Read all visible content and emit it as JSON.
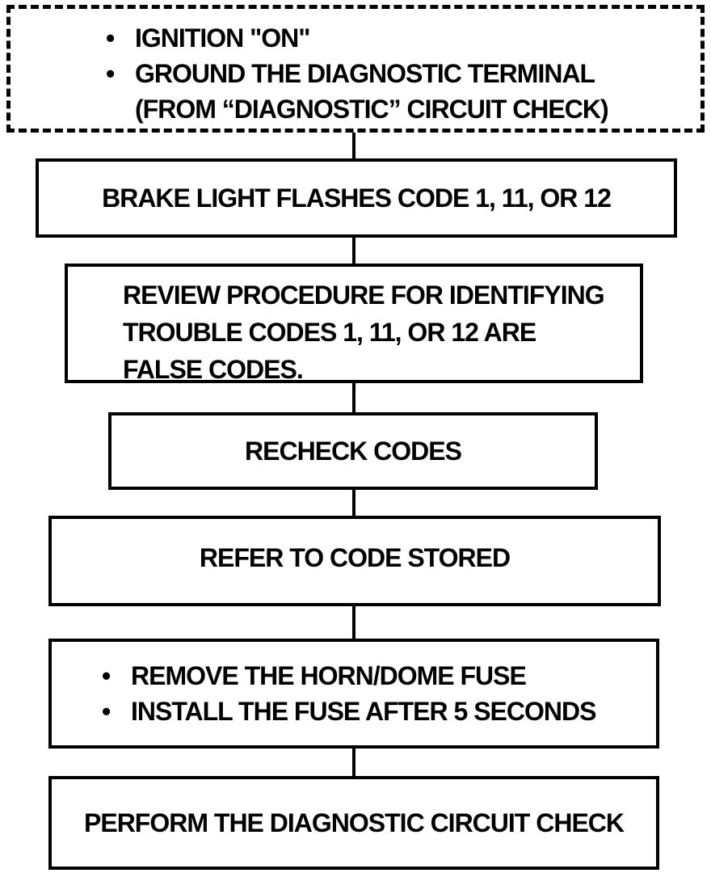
{
  "flowchart": {
    "start": {
      "bullets": [
        "IGNITION \"ON\"",
        "GROUND THE DIAGNOSTIC TERMINAL"
      ],
      "continuation": "(FROM “DIAGNOSTIC” CIRCUIT CHECK)"
    },
    "step1": "BRAKE LIGHT FLASHES CODE 1, 11, OR 12",
    "step2": {
      "lines": [
        "REVIEW PROCEDURE FOR IDENTIFYING",
        "TROUBLE CODES 1, 11, OR 12 ARE",
        "FALSE CODES."
      ]
    },
    "step3": "RECHECK CODES",
    "step4": "REFER TO CODE STORED",
    "step5": {
      "bullets": [
        "REMOVE THE HORN/DOME FUSE",
        "INSTALL THE FUSE AFTER 5 SECONDS"
      ]
    },
    "step6": "PERFORM THE DIAGNOSTIC CIRCUIT CHECK"
  }
}
